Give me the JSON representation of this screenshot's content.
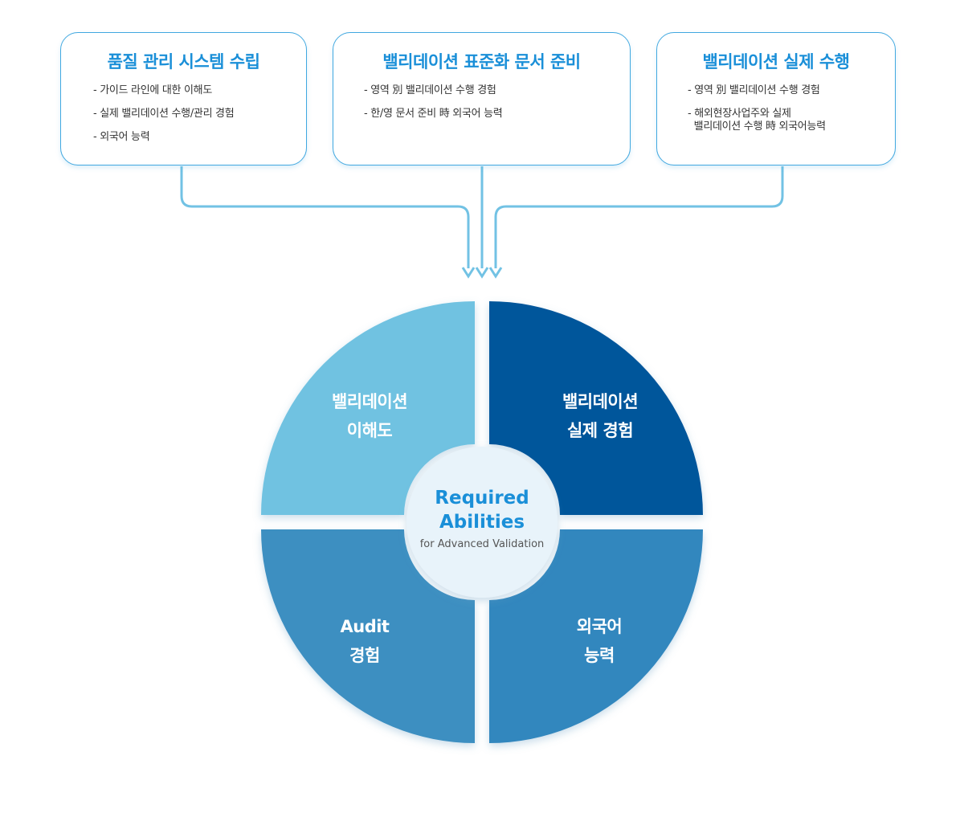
{
  "cards": [
    {
      "title": "품질 관리 시스템 수립",
      "items": [
        "- 가이드 라인에 대한 이해도",
        "- 실제 밸리데이션 수행/관리 경험",
        "- 외국어 능력"
      ]
    },
    {
      "title": "밸리데이션 표준화 문서 준비",
      "items": [
        "- 영역 別 밸리데이션 수행 경험",
        "- 한/영 문서 준비 時 외국어 능력"
      ]
    },
    {
      "title": "밸리데이션 실제 수행",
      "items": [
        "- 영역 別 밸리데이션 수행 경험",
        "- 해외현장사업주와 실제\n  밸리데이션 수행 時 외국어능력"
      ]
    }
  ],
  "quadrants": {
    "top_left": "밸리데이션\n이해도",
    "top_right": "밸리데이션\n실제 경험",
    "bottom_left": "Audit\n경험",
    "bottom_right": "외국어\n능력"
  },
  "center": {
    "title_line1": "Required",
    "title_line2": "Abilities",
    "subtitle": "for Advanced Validation"
  },
  "colors": {
    "accent": "#1a8fd8",
    "card_border": "#41a8e0",
    "connector": "#72c2e4",
    "quad_top_left": "#6fc2e1",
    "quad_top_right": "#02569b",
    "quad_bottom_left": "#3c8fc1",
    "quad_bottom_right": "#3187be",
    "center_fill": "#e8f3fa"
  }
}
